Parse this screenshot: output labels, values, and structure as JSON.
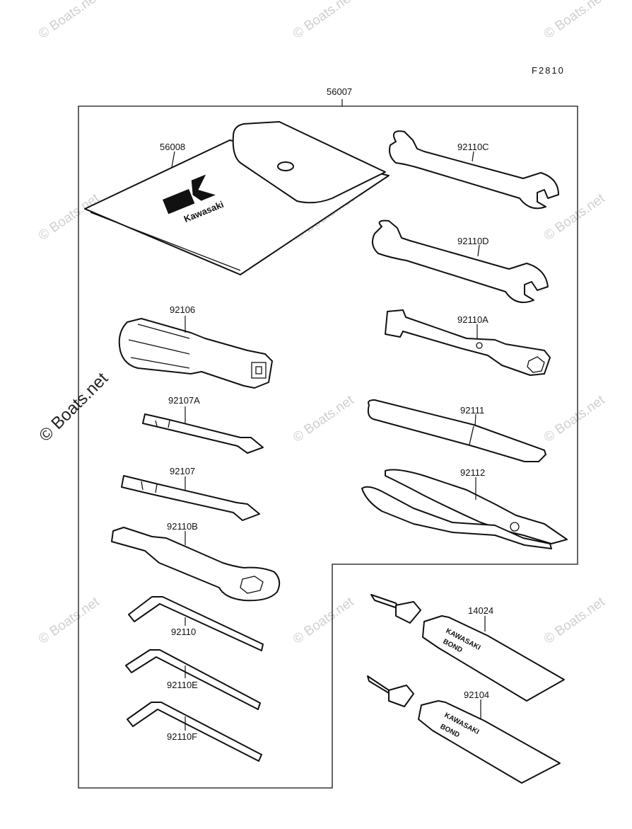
{
  "diagram_code": "F2810",
  "watermark": "© Boats.net",
  "logo_text": "Kawasaki",
  "tube_text_line1": "KAWASAKI",
  "tube_text_line2": "BOND",
  "parts": {
    "tool_kit": "56007",
    "pouch": "56008",
    "wrench_c": "92110C",
    "wrench_d": "92110D",
    "plug_wrench": "92110A",
    "handle": "92106",
    "screwdriver_a": "92107A",
    "screwdriver": "92107",
    "bar": "92111",
    "pliers": "92112",
    "box_wrench": "92110B",
    "hex_wrench": "92110",
    "hex_wrench_e": "92110E",
    "hex_wrench_f": "92110F",
    "bond_1": "14024",
    "bond_2": "92104"
  },
  "colors": {
    "ink": "#111111",
    "watermark": "#cfcfcf",
    "background": "#ffffff"
  }
}
